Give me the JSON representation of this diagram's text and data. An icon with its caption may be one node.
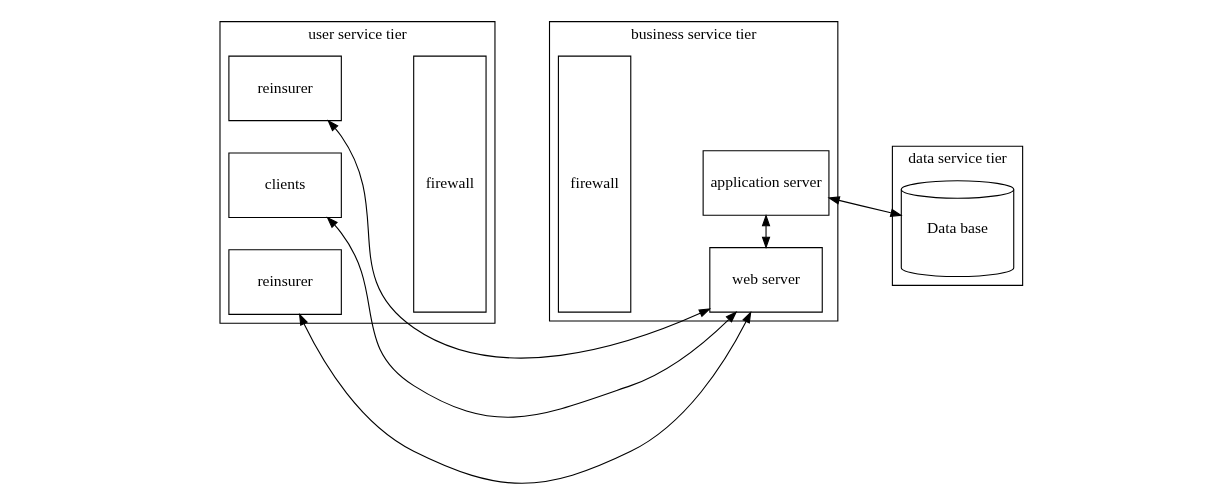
{
  "diagram": {
    "nodes": [
      {
        "text": [
          "user service tier"
        ]
      },
      {
        "text": [
          "firewall"
        ],
        "in": 0
      },
      {
        "text": [
          "clients"
        ],
        "in": 0
      },
      {
        "text": [
          "reinsurer"
        ],
        "in": 0
      },
      {
        "text": [
          "reinsurer"
        ],
        "in": 0
      },
      {
        "text": [
          "business service tier"
        ]
      },
      {
        "text": [
          "firewall"
        ],
        "in": 5
      },
      {
        "text": [
          "application server"
        ],
        "in": 5
      },
      {
        "text": [
          "web server"
        ],
        "in": 5
      },
      {
        "text": [
          "data service tier"
        ]
      },
      {
        "text": [
          "Data base"
        ],
        "in": 9
      }
    ],
    "edges": [
      {
        "from": 2,
        "to": 8,
        "arrow": "both"
      },
      {
        "from": 3,
        "to": 8,
        "arrow": "both"
      },
      {
        "from": 4,
        "to": 8,
        "arrow": "both"
      },
      {
        "from": 7,
        "to": 8,
        "arrow": "both"
      },
      {
        "from": 7,
        "to": 10,
        "arrow": "both"
      }
    ]
  }
}
